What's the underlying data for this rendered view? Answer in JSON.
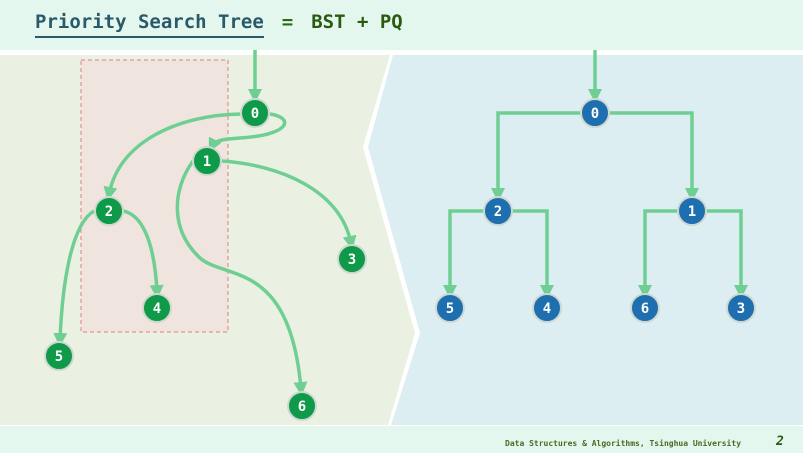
{
  "title": {
    "main": "Priority Search Tree",
    "equals": "=",
    "rhs": "BST + PQ"
  },
  "footer": {
    "text": "Data Structures & Algorithms, Tsinghua University",
    "page": "2"
  },
  "colors": {
    "left_node": "#0f9a4a",
    "right_node": "#1e6fb0",
    "edge": "#6fcf93",
    "query_box": "#e08080"
  },
  "left_tree": {
    "nodes": [
      "0",
      "1",
      "2",
      "3",
      "4",
      "5",
      "6"
    ]
  },
  "right_tree": {
    "nodes": [
      "0",
      "2",
      "1",
      "5",
      "4",
      "6",
      "3"
    ]
  }
}
